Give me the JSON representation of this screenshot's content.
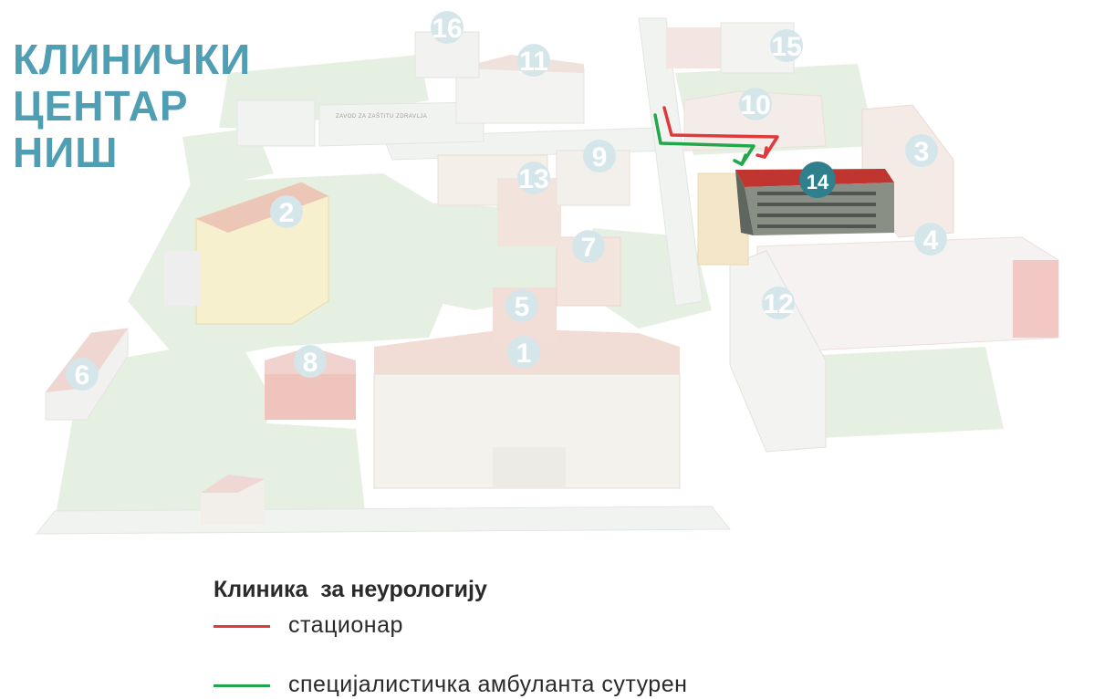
{
  "title": {
    "line1": "КЛИНИЧКИ",
    "line2": "ЦЕНТАР",
    "line3": "НИШ"
  },
  "map": {
    "highlighted_building": "14",
    "building_labels": [
      "1",
      "2",
      "3",
      "4",
      "5",
      "6",
      "7",
      "8",
      "9",
      "10",
      "11",
      "12",
      "13",
      "14",
      "15",
      "16"
    ],
    "street_sign": "ZAVOD ZA ZAŠTITU ZDRAVLJA"
  },
  "legend": {
    "title": "Клиника  за неурологију",
    "items": [
      {
        "label": "стационар",
        "color": "#e0393c"
      },
      {
        "label": "специјалистичка амбуланта сутурен",
        "color": "#22a84a"
      }
    ]
  },
  "colors": {
    "title": "#4f9eb3",
    "highlight_roof": "#c0352f",
    "highlight_marker": "#2f7f8c",
    "faded_marker": "#cfe1e6"
  }
}
